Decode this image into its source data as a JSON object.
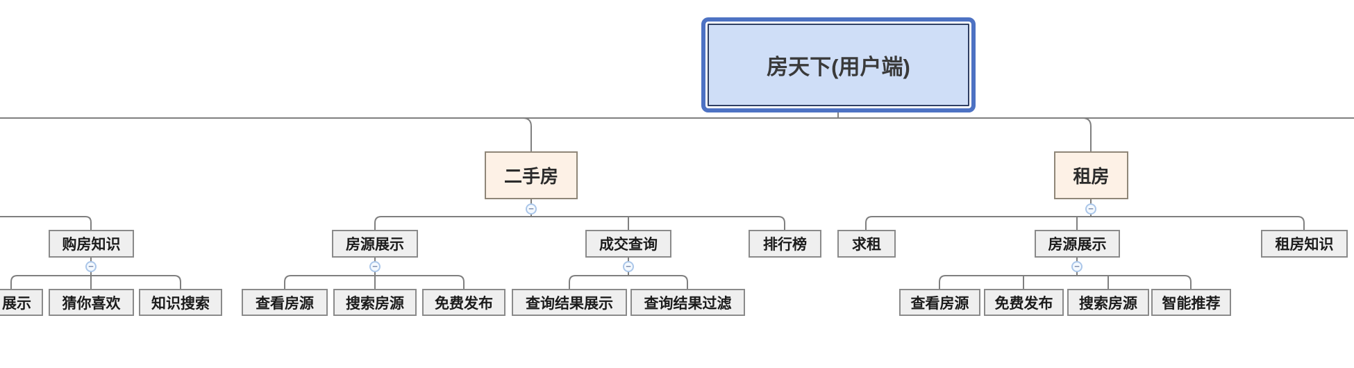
{
  "app": {
    "type": "mind-map-tree-diagram",
    "title": "房天下(用户端)"
  },
  "colors": {
    "background": "#ffffff",
    "connector_line": "#7f7f7f",
    "root_fill": "#cfdef7",
    "root_outer_border": "#4d72c3",
    "root_inner_border": "#2f3f63",
    "branch_fill": "#fdf1e6",
    "branch_border": "#8f8678",
    "leaf_fill": "#efefef",
    "leaf_border": "#8a8a8a",
    "collapse_border": "#aac6e9",
    "collapse_fill": "#f4f9fe",
    "collapse_glyph": "#7d8dad",
    "text": "#1b1b1b"
  },
  "ui": {
    "collapse_glyph": "−",
    "collapse_icon_name": "minus-circle-icon"
  },
  "nodes": {
    "root": {
      "label": "房天下(用户端)",
      "level": 1
    },
    "ershoufang": {
      "label": "二手房",
      "level": 2
    },
    "zufang": {
      "label": "租房",
      "level": 2
    },
    "goufangzhishi": {
      "label": "购房知识",
      "level": 3
    },
    "fangyuan_esf": {
      "label": "房源展示",
      "level": 3
    },
    "chengjiaochaxun": {
      "label": "成交查询",
      "level": 3
    },
    "paihangbang": {
      "label": "排行榜",
      "level": 3
    },
    "qiuzu": {
      "label": "求租",
      "level": 3
    },
    "fangyuan_zf": {
      "label": "房源展示",
      "level": 3
    },
    "zufangzhishi": {
      "label": "租房知识",
      "level": 3
    },
    "zhanshi": {
      "label": "展示",
      "level": 4,
      "partially_cut_left": true
    },
    "cainixihuan": {
      "label": "猜你喜欢",
      "level": 4
    },
    "zhishisousuo": {
      "label": "知识搜索",
      "level": 4
    },
    "chakan_esf": {
      "label": "查看房源",
      "level": 4
    },
    "sousuo_esf": {
      "label": "搜索房源",
      "level": 4
    },
    "mianfei_esf": {
      "label": "免费发布",
      "level": 4
    },
    "jieguozhanshi": {
      "label": "查询结果展示",
      "level": 4
    },
    "jieguoguolv": {
      "label": "查询结果过滤",
      "level": 4
    },
    "chakan_zf": {
      "label": "查看房源",
      "level": 4
    },
    "mianfei_zf": {
      "label": "免费发布",
      "level": 4
    },
    "sousuo_zf": {
      "label": "搜索房源",
      "level": 4
    },
    "zhinengtuijian": {
      "label": "智能推荐",
      "level": 4
    }
  },
  "hierarchy": [
    {
      "node": "root",
      "visible_children": [
        "ershoufang",
        "zufang"
      ],
      "note": "level-1 connector line extends off-screen left and right"
    },
    {
      "node": "goufangzhishi",
      "parent": "off-screen-left",
      "children": [
        "zhanshi",
        "cainixihuan",
        "zhishisousuo"
      ]
    },
    {
      "node": "ershoufang",
      "children": [
        "fangyuan_esf",
        "chengjiaochaxun",
        "paihangbang"
      ]
    },
    {
      "node": "fangyuan_esf",
      "children": [
        "chakan_esf",
        "sousuo_esf",
        "mianfei_esf"
      ]
    },
    {
      "node": "chengjiaochaxun",
      "children": [
        "jieguozhanshi",
        "jieguoguolv"
      ]
    },
    {
      "node": "zufang",
      "children": [
        "qiuzu",
        "fangyuan_zf",
        "zufangzhishi"
      ]
    },
    {
      "node": "fangyuan_zf",
      "children": [
        "chakan_zf",
        "mianfei_zf",
        "sousuo_zf",
        "zhinengtuijian"
      ]
    }
  ]
}
